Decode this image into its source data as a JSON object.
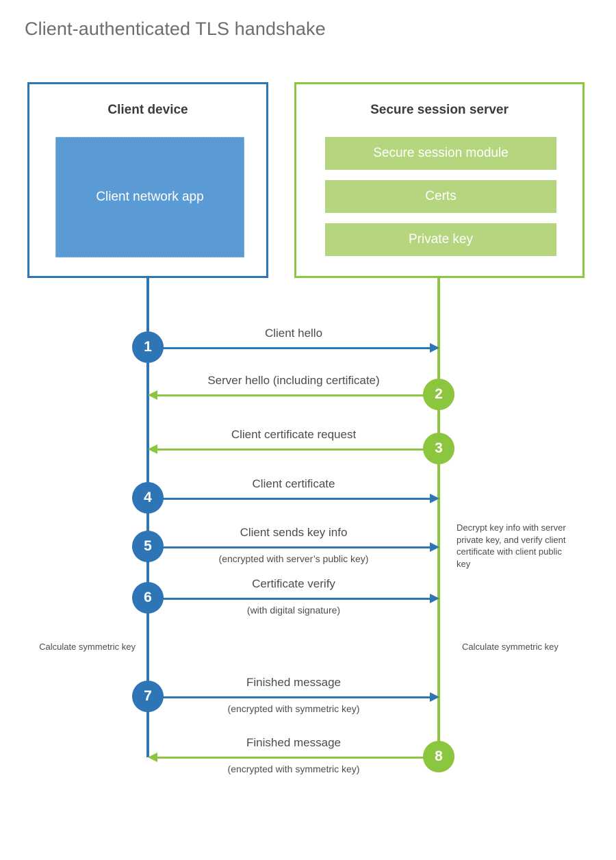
{
  "page": {
    "title": "Client-authenticated TLS handshake",
    "background": "#ffffff"
  },
  "colors": {
    "client_blue": "#2E75B6",
    "client_app_fill": "#5B9BD5",
    "server_green": "#8CC63F",
    "server_module_fill": "#B5D67F",
    "title_gray": "#6d6d6d",
    "label_gray": "#4c4c4c"
  },
  "parties": {
    "client": {
      "title": "Client device",
      "components": [
        {
          "label": "Client network app"
        }
      ]
    },
    "server": {
      "title": "Secure session server",
      "components": [
        {
          "label": "Secure session module"
        },
        {
          "label": "Certs"
        },
        {
          "label": "Private key"
        }
      ]
    }
  },
  "messages": [
    {
      "step": "1",
      "label": "Client hello",
      "sublabel": "",
      "direction": "client-to-server",
      "origin": "client"
    },
    {
      "step": "2",
      "label": "Server hello (including certificate)",
      "sublabel": "",
      "direction": "server-to-client",
      "origin": "server"
    },
    {
      "step": "3",
      "label": "Client certificate request",
      "sublabel": "",
      "direction": "server-to-client",
      "origin": "server"
    },
    {
      "step": "4",
      "label": "Client certificate",
      "sublabel": "",
      "direction": "client-to-server",
      "origin": "client"
    },
    {
      "step": "5",
      "label": "Client sends key info",
      "sublabel": "(encrypted with server’s public key)",
      "direction": "client-to-server",
      "origin": "client"
    },
    {
      "step": "6",
      "label": "Certificate verify",
      "sublabel": "(with digital signature)",
      "direction": "client-to-server",
      "origin": "client"
    },
    {
      "step": "7",
      "label": "Finished message",
      "sublabel": "(encrypted with symmetric key)",
      "direction": "client-to-server",
      "origin": "client"
    },
    {
      "step": "8",
      "label": "Finished message",
      "sublabel": "(encrypted with symmetric key)",
      "direction": "server-to-client",
      "origin": "server"
    }
  ],
  "notes": {
    "decrypt_note": "Decrypt key info with server private key, and verify client certificate with client public key",
    "calculate_client": "Calculate symmetric key",
    "calculate_server": "Calculate symmetric key"
  }
}
